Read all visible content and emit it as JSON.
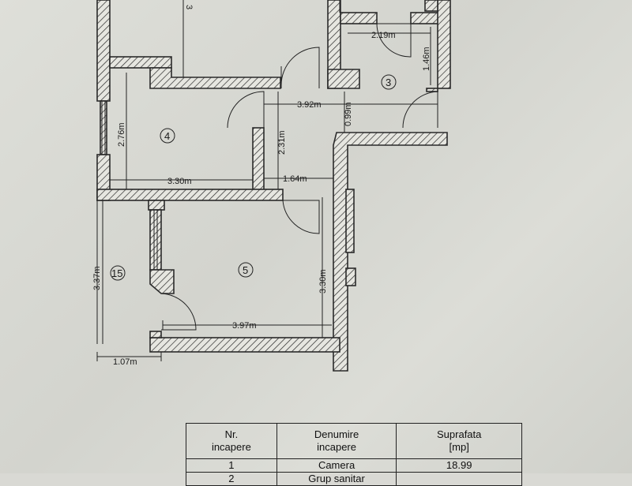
{
  "rooms": [
    {
      "id": "r3",
      "label": "3"
    },
    {
      "id": "r4",
      "label": "4"
    },
    {
      "id": "r5",
      "label": "5"
    },
    {
      "id": "r15",
      "label": "15"
    }
  ],
  "dimensions": {
    "d_2_19": "2.19m",
    "d_1_46": "1.46m",
    "d_3_92": "3.92m",
    "d_0_99": "0.99m",
    "d_2_76": "2.76m",
    "d_2_31": "2.31m",
    "d_3_30h": "3.30m",
    "d_1_64": "1.64m",
    "d_3_30v": "3.30m",
    "d_3_37": "3.37m",
    "d_3_97": "3.97m",
    "d_1_07": "1.07m",
    "d_top_partial": "3"
  },
  "legend_table": {
    "headers": {
      "nr": "Nr.\nincapere",
      "name": "Denumire\nincapere",
      "area": "Suprafata\n[mp]"
    },
    "rows": [
      {
        "nr": "1",
        "name": "Camera",
        "area": "18.99"
      },
      {
        "nr": "2",
        "name": "Grup sanitar",
        "area": ""
      }
    ]
  }
}
